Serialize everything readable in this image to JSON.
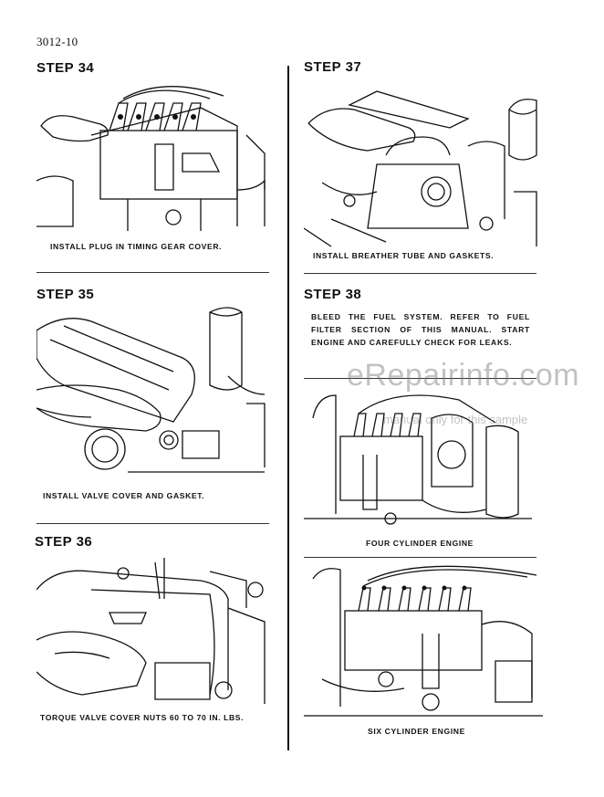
{
  "page_number": "3012-10",
  "steps": {
    "s34": {
      "title": "STEP 34",
      "caption": "INSTALL PLUG IN TIMING GEAR COVER."
    },
    "s35": {
      "title": "STEP 35",
      "caption": "INSTALL VALVE COVER AND GASKET."
    },
    "s36": {
      "title": "STEP 36",
      "caption": "TORQUE VALVE COVER NUTS 60 TO 70 IN. LBS."
    },
    "s37": {
      "title": "STEP 37",
      "caption": "INSTALL BREATHER TUBE AND GASKETS."
    },
    "s38": {
      "title": "STEP 38",
      "text": "BLEED THE FUEL SYSTEM. REFER TO FUEL FILTER SECTION OF THIS MANUAL. START ENGINE AND CAREFULLY CHECK FOR LEAKS.",
      "caption_four": "FOUR CYLINDER ENGINE",
      "caption_six": "SIX CYLINDER ENGINE"
    }
  },
  "watermark": {
    "main": "eRepairinfo.com",
    "sub": "manual only for this sample"
  }
}
